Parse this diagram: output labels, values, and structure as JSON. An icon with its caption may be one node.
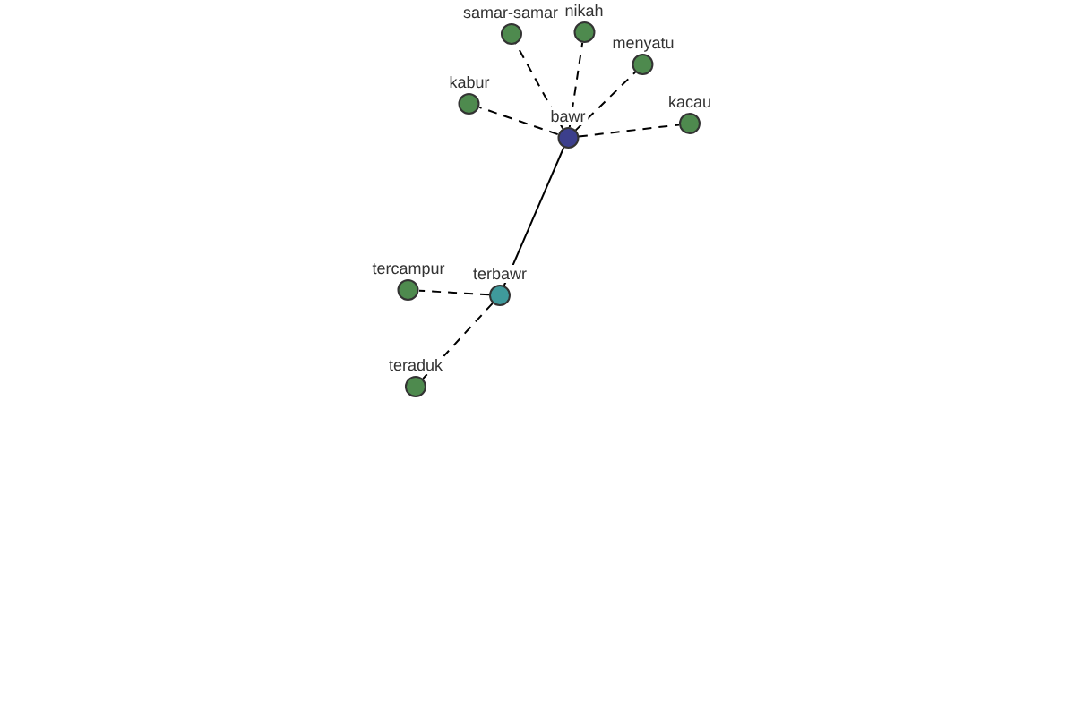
{
  "diagram": {
    "nodes": [
      {
        "text": [
          "bawr"
        ]
      },
      {
        "text": [
          "samar-samar"
        ]
      },
      {
        "text": [
          "nikah"
        ]
      },
      {
        "text": [
          "menyatu"
        ]
      },
      {
        "text": [
          "kabur"
        ]
      },
      {
        "text": [
          "kacau"
        ]
      },
      {
        "text": [
          "terbawr"
        ]
      },
      {
        "text": [
          "tercampur"
        ]
      },
      {
        "text": [
          "teraduk"
        ]
      }
    ],
    "edges": [
      {
        "from": 0,
        "to": 1,
        "arrow": "none",
        "style": "dashed"
      },
      {
        "from": 0,
        "to": 2,
        "arrow": "none",
        "style": "dashed"
      },
      {
        "from": 0,
        "to": 3,
        "arrow": "none",
        "style": "dashed"
      },
      {
        "from": 0,
        "to": 4,
        "arrow": "none",
        "style": "dashed"
      },
      {
        "from": 0,
        "to": 5,
        "arrow": "none",
        "style": "dashed"
      },
      {
        "from": 0,
        "to": 6,
        "arrow": "none"
      },
      {
        "from": 6,
        "to": 7,
        "arrow": "none",
        "style": "dashed"
      },
      {
        "from": 6,
        "to": 8,
        "arrow": "none",
        "style": "dashed"
      }
    ]
  }
}
